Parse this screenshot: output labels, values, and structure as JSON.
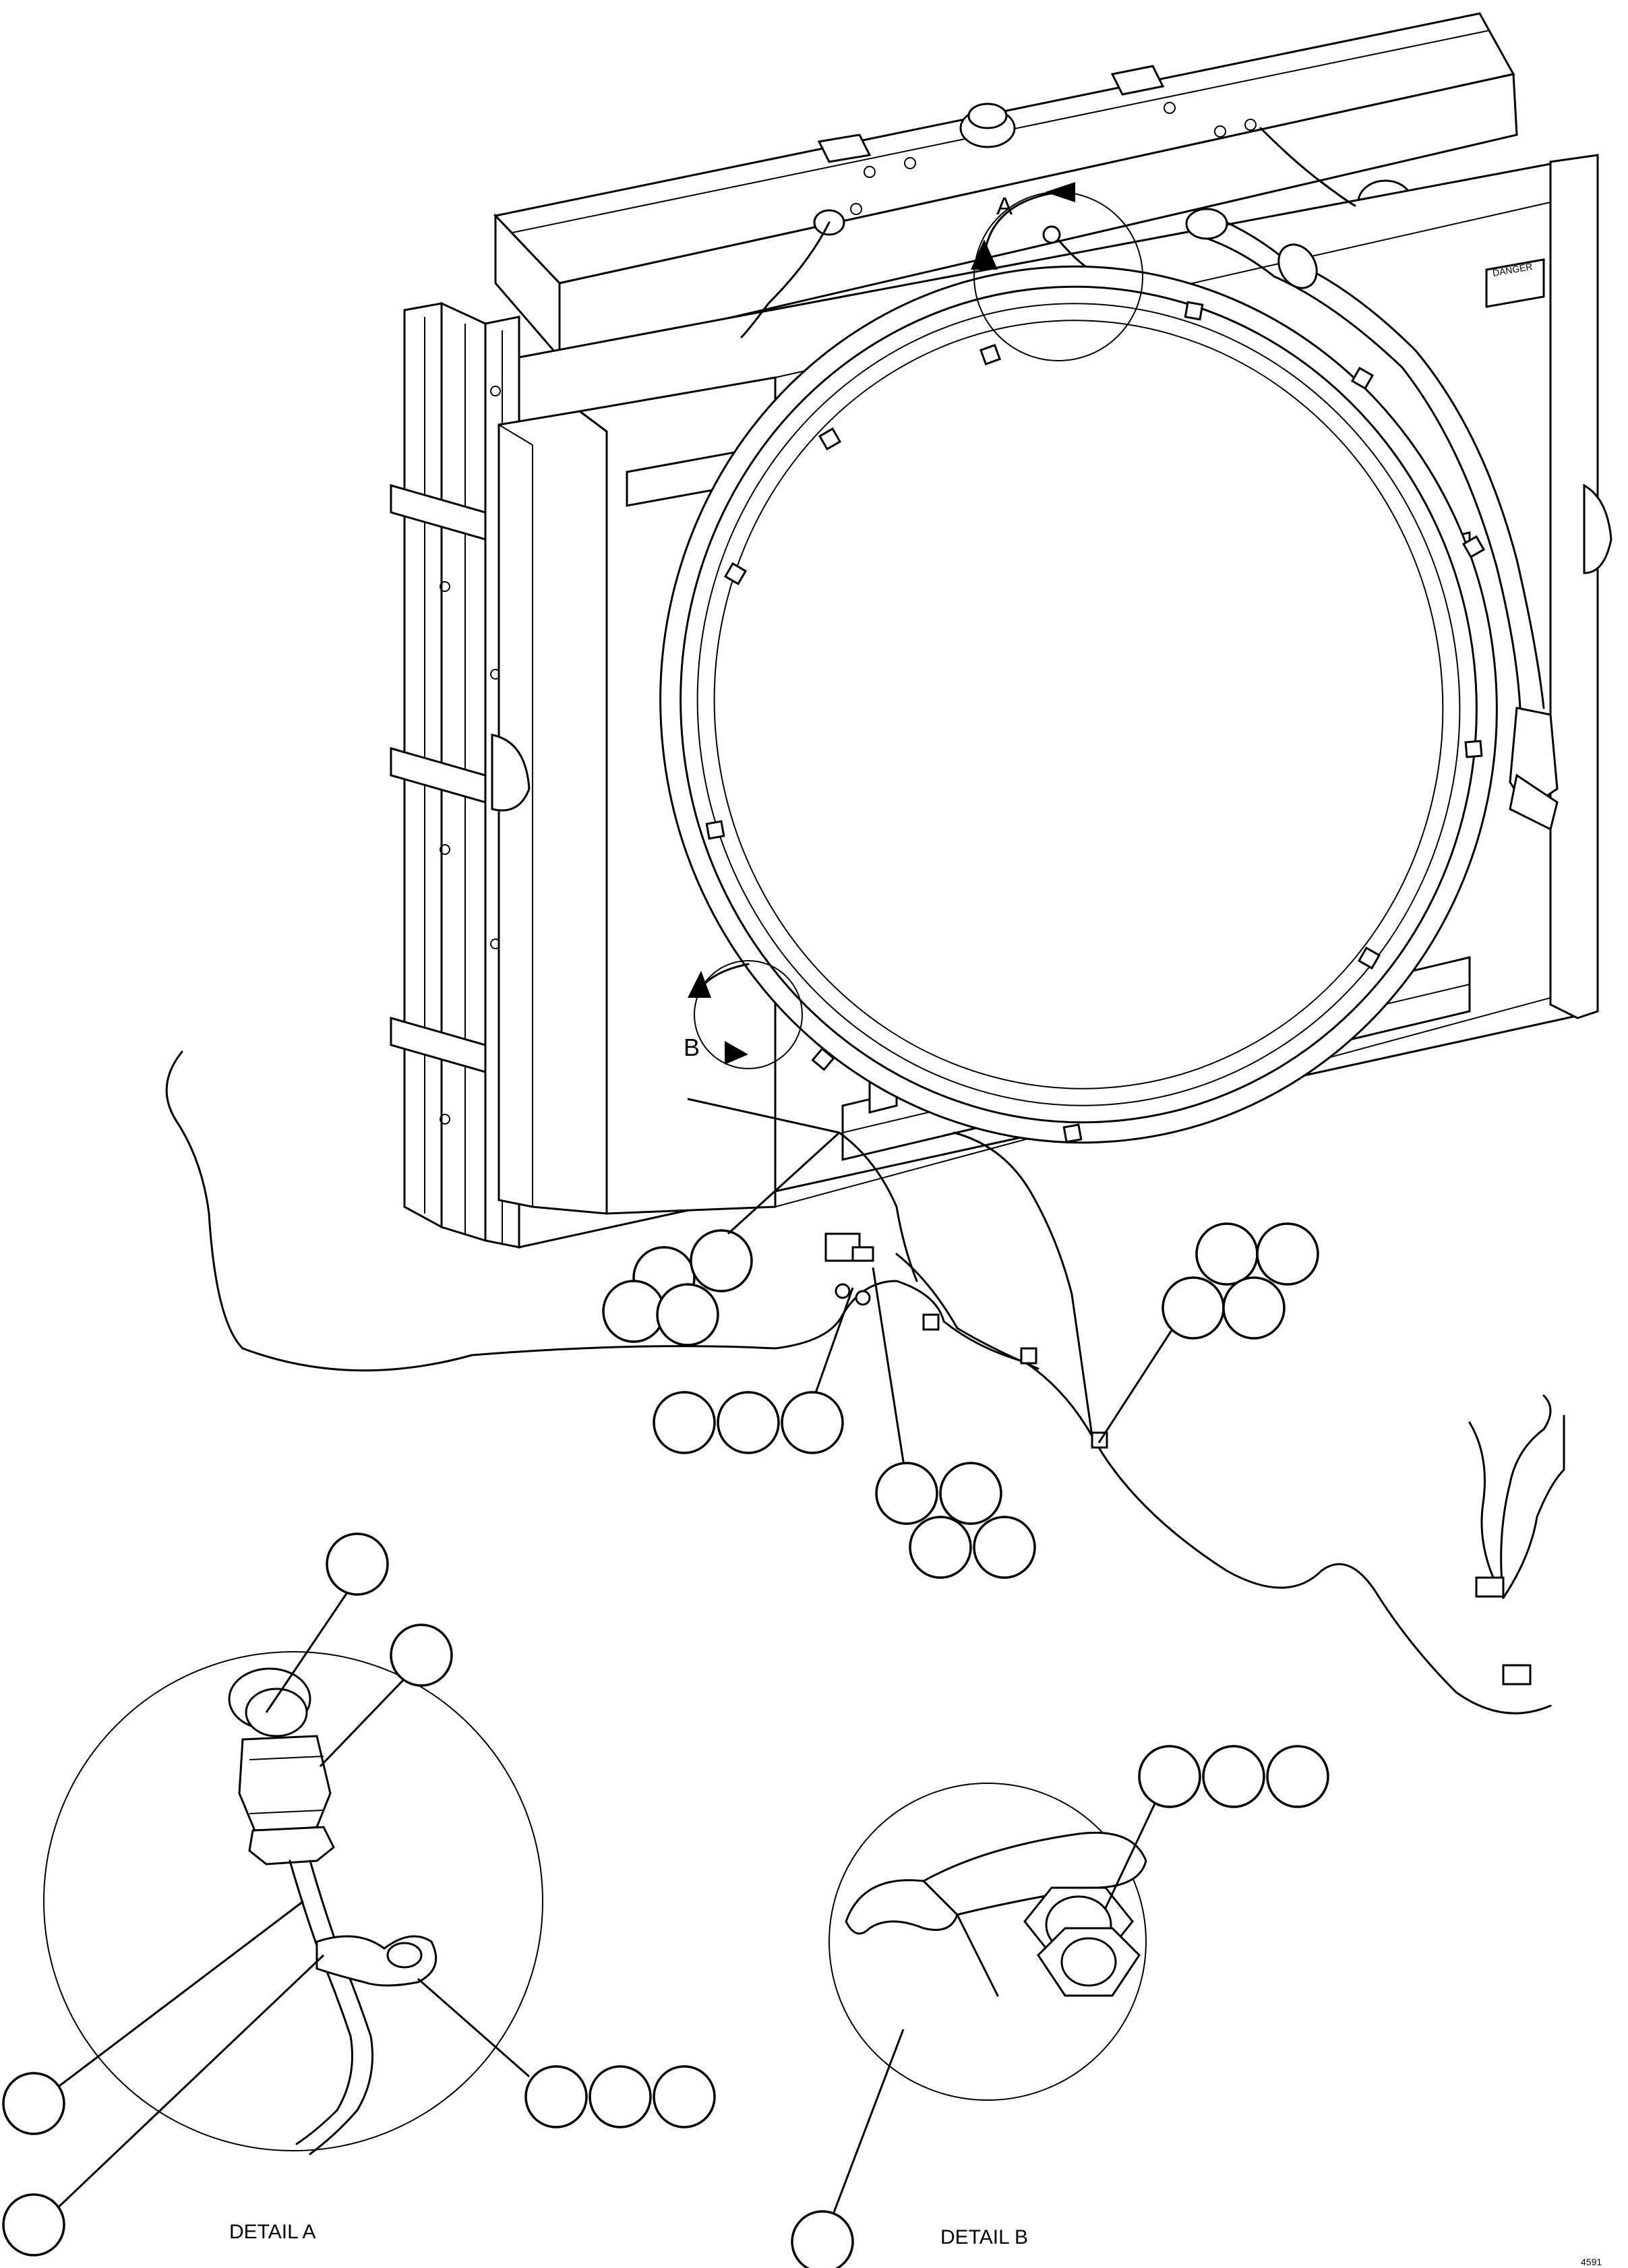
{
  "detail_arrows": {
    "a": "A",
    "b": "B"
  },
  "captions": {
    "detail_a": "DETAIL A",
    "detail_b": "DETAIL B"
  },
  "drawing_number": "4591",
  "balloon_groups": [
    {
      "name": "harness-clip-balloons",
      "count": 4
    },
    {
      "name": "connector-bracket-balloons",
      "count": 3
    },
    {
      "name": "branch-balloons",
      "count": 4
    },
    {
      "name": "right-run-balloons",
      "count": 4
    },
    {
      "name": "detail-a-sensor-balloon",
      "count": 1
    },
    {
      "name": "detail-a-connector-balloon",
      "count": 1
    },
    {
      "name": "detail-a-clip-balloons",
      "count": 3
    },
    {
      "name": "detail-a-harness-balloon",
      "count": 1
    },
    {
      "name": "detail-a-clamp-balloon",
      "count": 1
    },
    {
      "name": "detail-b-fastener-balloons",
      "count": 3
    },
    {
      "name": "detail-b-clamp-balloon",
      "count": 1
    }
  ]
}
